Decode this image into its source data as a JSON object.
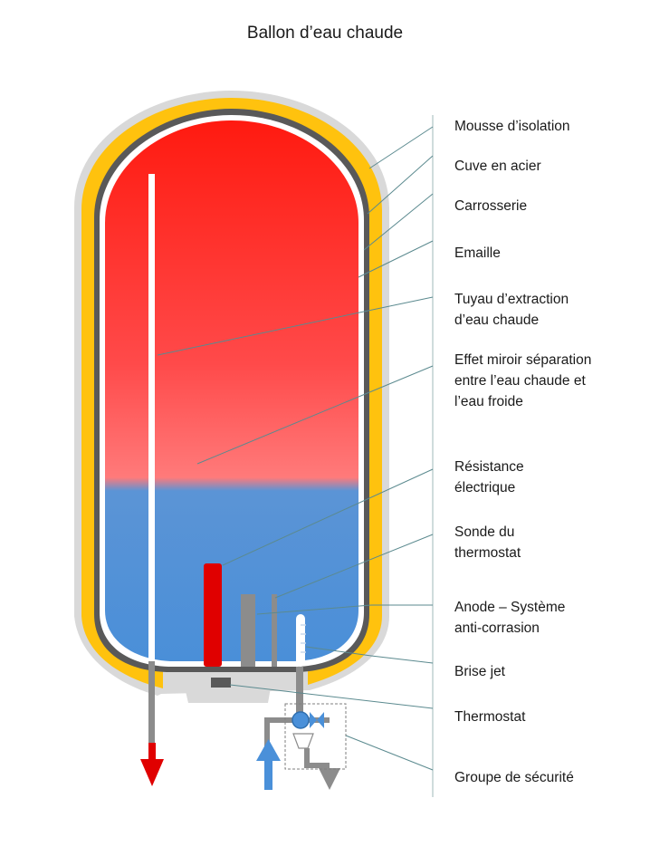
{
  "title": "Ballon d’eau chaude",
  "colors": {
    "hot_water": "#ff1010",
    "cold_water": "#4a90d9",
    "insulation": "#ffc20e",
    "steel_tank": "#595959",
    "casing": "#d9d9d9",
    "enamel": "#ffffff",
    "pipe": "#8c8c8c",
    "resistance": "#e00000",
    "hot_arrow": "#e00000",
    "cold_arrow": "#4a90d9",
    "leader_line": "#5b8a8f"
  },
  "labels": [
    {
      "id": "mousse",
      "lines": [
        "Mousse d’isolation"
      ]
    },
    {
      "id": "cuve",
      "lines": [
        "Cuve en acier"
      ]
    },
    {
      "id": "carrosserie",
      "lines": [
        "Carrosserie"
      ]
    },
    {
      "id": "emaille",
      "lines": [
        "Emaille"
      ]
    },
    {
      "id": "tuyau",
      "lines": [
        "Tuyau d’extraction",
        "d’eau chaude"
      ]
    },
    {
      "id": "miroir",
      "lines": [
        "Effet miroir séparation",
        "entre l’eau chaude et",
        "l’eau froide"
      ]
    },
    {
      "id": "resistance",
      "lines": [
        "Résistance",
        "électrique"
      ]
    },
    {
      "id": "sonde",
      "lines": [
        "Sonde du",
        "thermostat"
      ]
    },
    {
      "id": "anode",
      "lines": [
        "Anode – Système",
        "anti-corrasion"
      ]
    },
    {
      "id": "brise",
      "lines": [
        "Brise jet"
      ]
    },
    {
      "id": "thermostat",
      "lines": [
        "Thermostat"
      ]
    },
    {
      "id": "groupe",
      "lines": [
        "Groupe de sécurité"
      ]
    }
  ]
}
